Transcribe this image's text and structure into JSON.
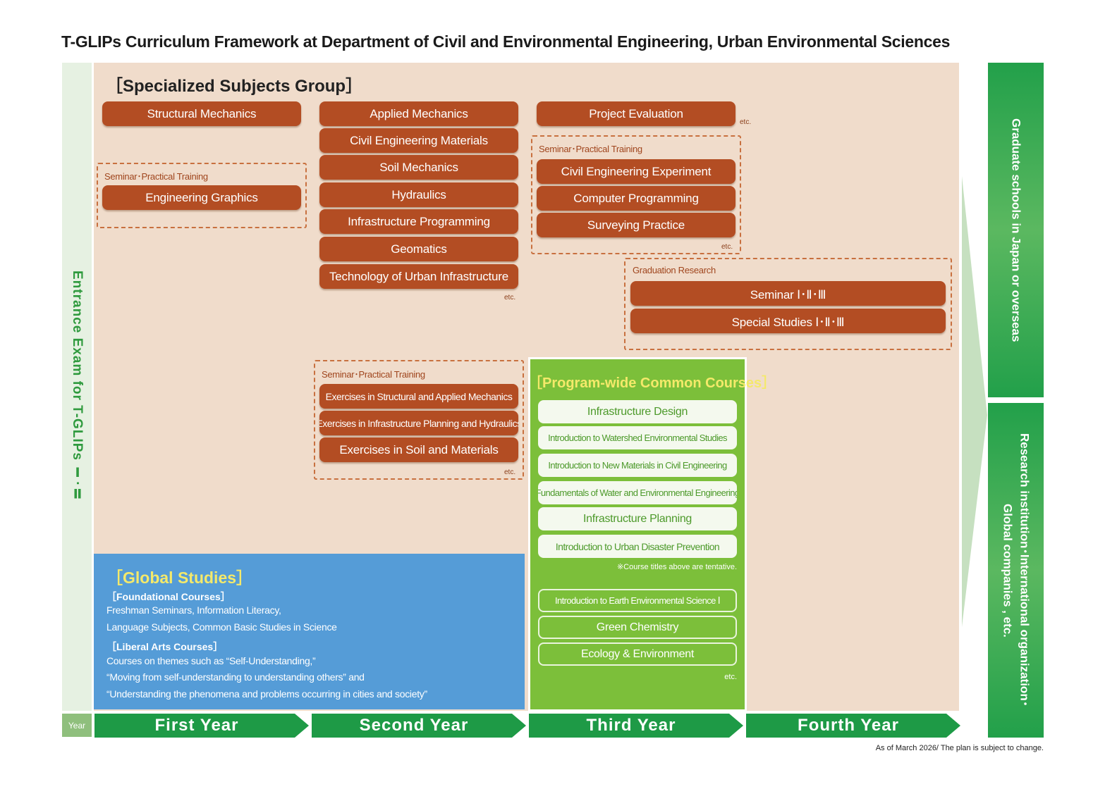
{
  "title": "T-GLIPs Curriculum Framework at Department of Civil and Environmental Engineering, Urban Environmental Sciences",
  "entrance_exam": "Entrance Exam for T-GLIPs Ⅰ·Ⅱ",
  "specialized": {
    "title": "［Specialized Subjects Group］",
    "year1": {
      "course": "Structural Mechanics",
      "seminar_caption": "Seminar･Practical Training",
      "seminar_course": "Engineering Graphics"
    },
    "year2": {
      "courses": [
        "Applied Mechanics",
        "Civil Engineering Materials",
        "Soil Mechanics",
        "Hydraulics",
        "Infrastructure Programming",
        "Geomatics",
        "Technology of Urban Infrastructure"
      ],
      "etc": "etc.",
      "seminar_caption": "Seminar･Practical Training",
      "seminar_courses": [
        "Exercises in Structural and Applied Mechanics",
        "Exercises in Infrastructure Planning and Hydraulics",
        "Exercises in Soil and Materials"
      ],
      "seminar_etc": "etc."
    },
    "year3": {
      "course": "Project Evaluation",
      "etc": "etc.",
      "seminar_caption": "Seminar･Practical Training",
      "seminar_courses": [
        "Civil Engineering Experiment",
        "Computer Programming",
        "Surveying Practice"
      ],
      "seminar_etc": "etc."
    },
    "graduation": {
      "caption": "Graduation Research",
      "courses": [
        "Seminar Ⅰ･Ⅱ･Ⅲ",
        "Special Studies Ⅰ･Ⅱ･Ⅲ"
      ]
    }
  },
  "global_studies": {
    "title": "［Global Studies］",
    "foundational_title": "［Foundational Courses］",
    "foundational_lines": [
      "Freshman Seminars, Information Literacy,",
      "Language Subjects, Common Basic Studies in Science"
    ],
    "liberal_title": "［Liberal Arts Courses］",
    "liberal_lines": [
      "Courses on themes such as “Self-Understanding,”",
      "“Moving from self-understanding to understanding others” and",
      "“Understanding the phenomena and problems occurring in cities and society”"
    ]
  },
  "program_common": {
    "title": "［Program-wide Common Courses］",
    "courses": [
      "Infrastructure Design",
      "Introduction to Watershed Environmental Studies",
      "Introduction to New Materials in Civil Engineering",
      "Fundamentals of Water and Environmental Engineering",
      "Infrastructure Planning",
      "Introduction to Urban Disaster Prevention"
    ],
    "note": "※Course titles above are tentative.",
    "other_courses": [
      "Introduction to Earth Environmental Science Ⅰ",
      "Green Chemistry",
      "Ecology & Environment"
    ],
    "etc": "etc."
  },
  "year_label": "Year",
  "years": [
    "First Year",
    "Second Year",
    "Third Year",
    "Fourth Year"
  ],
  "outcomes": {
    "graduate": "Graduate schools in Japan or overseas",
    "research_line1": "Research institution･International organization･",
    "research_line2": "Global companies , etc."
  },
  "footnote": "As of March 2026/ The plan is subject to change.",
  "colors": {
    "brown": "#b34d23",
    "peach": "#f0dccb",
    "blue": "#559cd7",
    "green": "#1e9a46",
    "lime": "#7cbf3a",
    "yellow": "#f4e96a"
  }
}
